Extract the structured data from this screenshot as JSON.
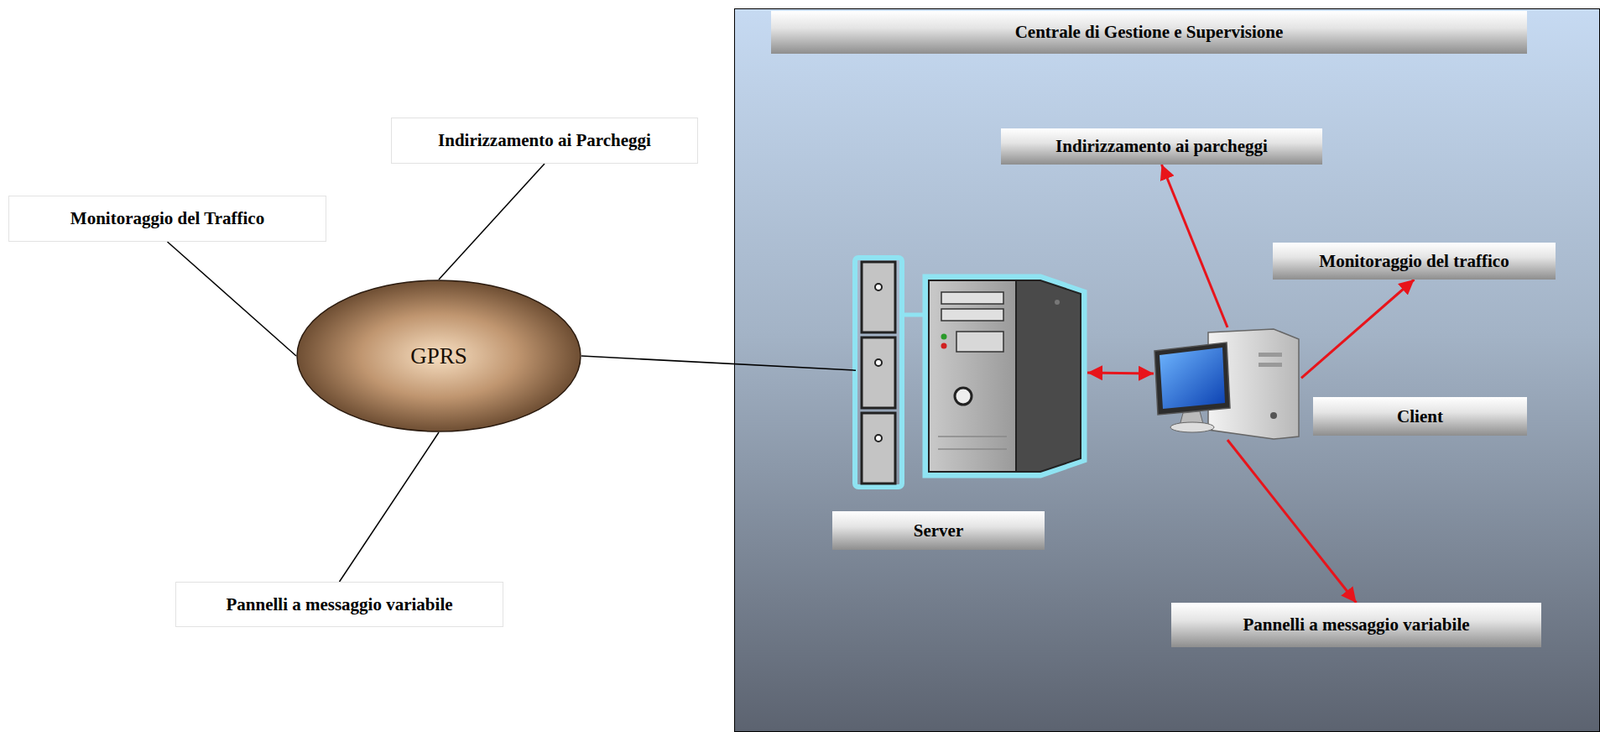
{
  "diagram": {
    "nodes": [
      {
        "text": [
          "Monitoraggio del Traffico"
        ]
      },
      {
        "text": [
          "Indirizzamento ai Parcheggi"
        ]
      },
      {
        "text": [
          "GPRS"
        ]
      },
      {
        "text": [
          "Pannelli a messaggio variabile"
        ]
      },
      {
        "text": [
          "Centrale di Gestione e Supervisione"
        ]
      },
      {
        "text": [
          "Indirizzamento ai parcheggi"
        ],
        "in": 4
      },
      {
        "text": [
          "Server"
        ],
        "in": 4
      },
      {
        "text": [
          "Monitoraggio del traffico"
        ],
        "in": 4
      },
      {
        "text": [
          "Client"
        ],
        "in": 4
      },
      {
        "text": [
          "Pannelli a messaggio variabile"
        ],
        "in": 4
      }
    ],
    "edges": [
      {
        "from": 0,
        "to": 2,
        "arrow": "none"
      },
      {
        "from": 1,
        "to": 2,
        "arrow": "none"
      },
      {
        "from": 3,
        "to": 2,
        "arrow": "none"
      },
      {
        "from": 2,
        "to": 6,
        "arrow": "none"
      },
      {
        "from": 6,
        "to": 8,
        "arrow": "both"
      },
      {
        "from": 8,
        "to": 5,
        "arrow": "to"
      },
      {
        "from": 8,
        "to": 7,
        "arrow": "to"
      },
      {
        "from": 8,
        "to": 9,
        "arrow": "to"
      }
    ]
  }
}
